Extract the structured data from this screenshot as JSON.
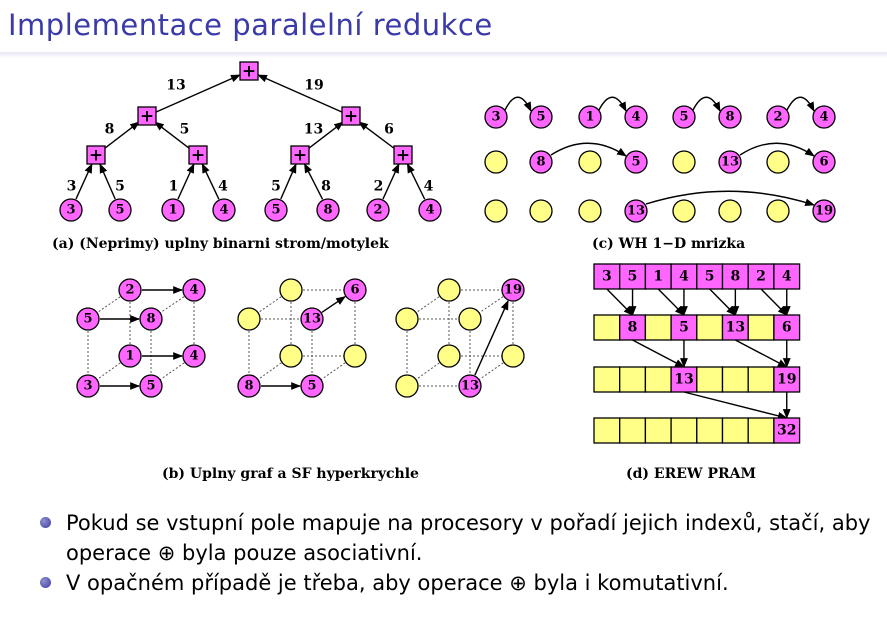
{
  "title": "Implementace paralelní redukce",
  "captions": {
    "a": "(a) (Neprimy) uplny binarni strom/motylek",
    "b": "(b) Uplny graf a SF hyperkrychle",
    "c": "(c) WH 1−D mrizka",
    "d": "(d) EREW PRAM"
  },
  "operator_symbol": "+",
  "tree": {
    "leaves": [
      "3",
      "5",
      "1",
      "4",
      "5",
      "8",
      "2",
      "4"
    ],
    "level1_edge_labels": [
      "3",
      "5",
      "1",
      "4",
      "5",
      "8",
      "2",
      "4"
    ],
    "level2_edge_labels": [
      "8",
      "5",
      "13",
      "6"
    ],
    "level3_edge_labels": [
      "13",
      "19"
    ]
  },
  "mesh": {
    "row1": [
      "3",
      "5",
      "1",
      "4",
      "5",
      "8",
      "2",
      "4"
    ],
    "row2": [
      "",
      "8",
      "",
      "5",
      "",
      "13",
      "",
      "6"
    ],
    "row3": [
      "",
      "",
      "",
      "13",
      "",
      "",
      "",
      "19"
    ]
  },
  "pram": {
    "row1": [
      "3",
      "5",
      "1",
      "4",
      "5",
      "8",
      "2",
      "4"
    ],
    "row2": [
      "",
      "8",
      "",
      "5",
      "",
      "13",
      "",
      "6"
    ],
    "row3": [
      "",
      "",
      "",
      "13",
      "",
      "",
      "",
      "19"
    ],
    "row4": [
      "",
      "",
      "",
      "",
      "",
      "",
      "",
      "32"
    ]
  },
  "hypercube": {
    "stage1": [
      "2",
      "4",
      "5",
      "8",
      "1",
      "4",
      "3",
      "5"
    ],
    "stage2": [
      "6",
      "13",
      "5",
      "8"
    ],
    "stage3": [
      "19",
      "13"
    ]
  },
  "bullets": [
    "Pokud se vstupní pole mapuje na procesory v pořadí jejich indexů, stačí, aby operace ⊕ byla pouze asociativní.",
    "V opačném případě je třeba, aby operace ⊕ byla i komutativní."
  ],
  "colors": {
    "title": "#3a3aa8",
    "active": "#ff66ff",
    "idle": "#ffff88",
    "stroke": "#000000"
  }
}
